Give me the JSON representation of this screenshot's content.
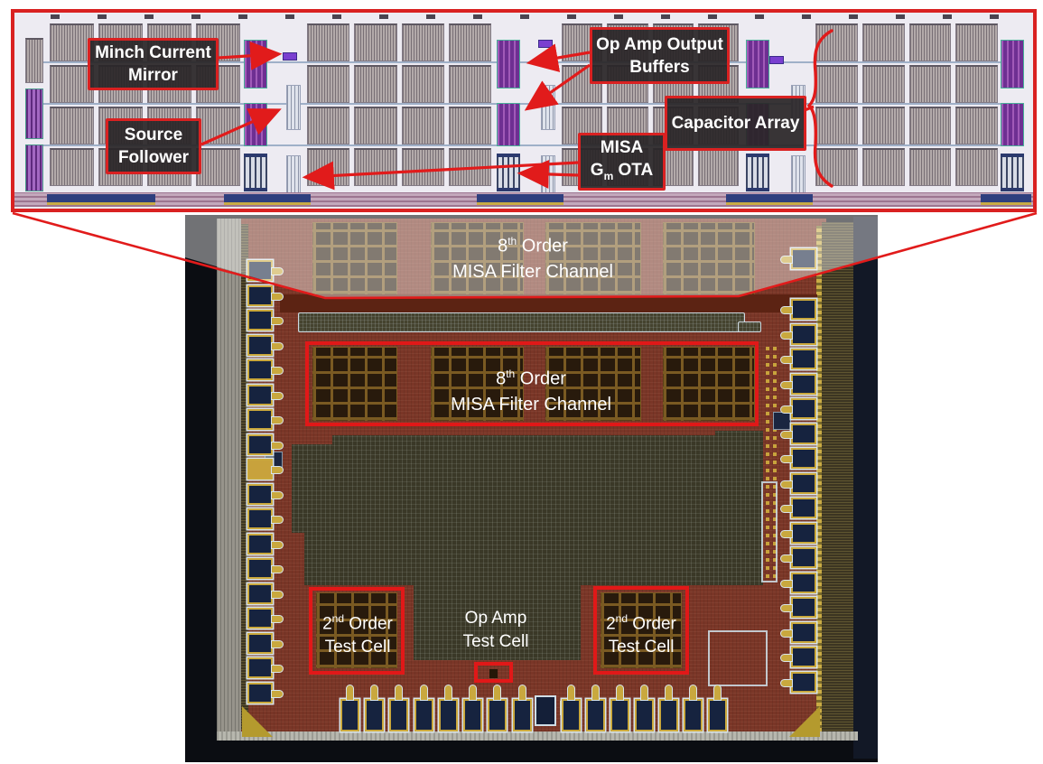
{
  "figure": {
    "inset_labels": {
      "minch": [
        "Minch Current",
        "Mirror"
      ],
      "source_follower": [
        "Source",
        "Follower"
      ],
      "opamp_buffers": [
        "Op Amp Output",
        "Buffers"
      ],
      "misa_ota": {
        "line1": "MISA",
        "g": "G",
        "sub": "m",
        "rest": " OTA"
      },
      "capacitor_array": "Capacitor Array"
    },
    "die_labels": {
      "channel_top": {
        "num": "8",
        "sup": "th",
        "rest": " Order",
        "line2": "MISA Filter Channel"
      },
      "channel_boxed": {
        "num": "8",
        "sup": "th",
        "rest": " Order",
        "line2": "MISA Filter Channel"
      },
      "test_cell_left": {
        "num": "2",
        "sup": "nd",
        "rest": " Order",
        "line2": "Test Cell"
      },
      "test_cell_right": {
        "num": "2",
        "sup": "nd",
        "rest": " Order",
        "line2": "Test Cell"
      },
      "opamp_test": {
        "line1": "Op Amp",
        "line2": "Test Cell"
      }
    },
    "colors": {
      "annotation_red": "#e11b1b",
      "label_box_bg": "#373335",
      "die_body": "#7a3627",
      "inset_background": "#edebf2"
    }
  }
}
